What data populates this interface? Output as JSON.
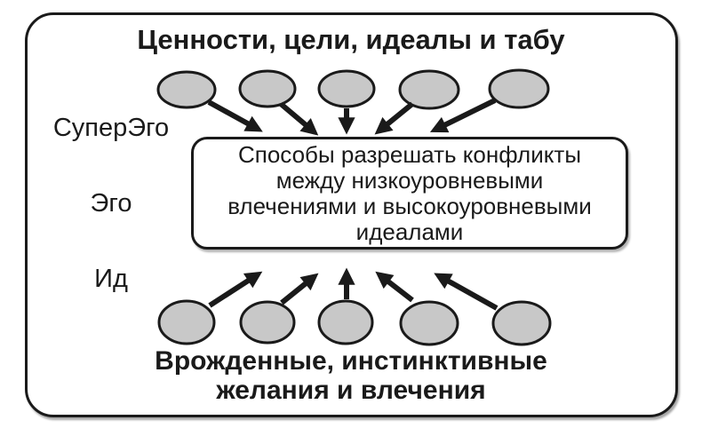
{
  "diagram": {
    "top_title": "Ценности, цели, идеалы и табу",
    "left_labels": {
      "superego": "СуперЭго",
      "ego": "Эго",
      "id": "Ид"
    },
    "center_box": {
      "lines": [
        "Способы разрешать конфликты",
        "между низкоуровневыми",
        "влечениями и высокоуровневыми",
        "идеалами"
      ]
    },
    "bottom_title": {
      "lines": [
        "Врожденные, инстинктивные",
        "желания и влечения"
      ]
    },
    "top_ellipse_count": "5",
    "bottom_ellipse_count": "5",
    "colors": {
      "ellipse_fill": "#c8c8c8",
      "stroke": "#1a1a1a",
      "background": "#ffffff"
    }
  }
}
